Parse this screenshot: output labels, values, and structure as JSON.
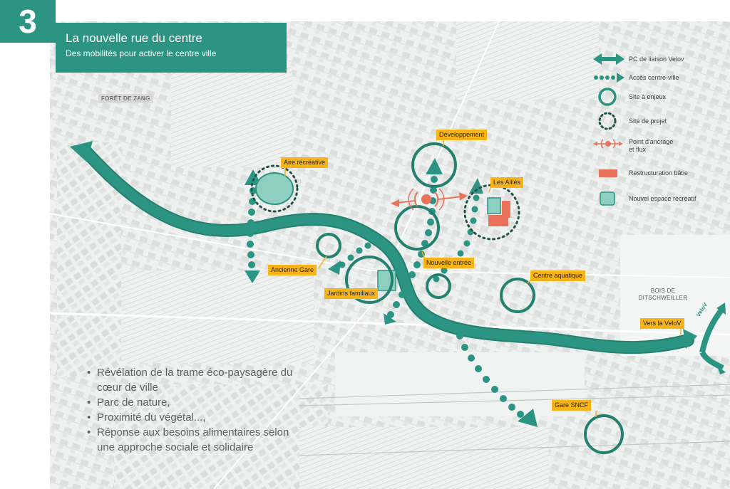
{
  "panel_number": "3",
  "title": "La nouvelle rue du centre",
  "subtitle": "Des mobilités pour activer le centre ville",
  "colors": {
    "teal": "#2b9483",
    "teal_dark": "#24806f",
    "mint": "#8fcfc2",
    "label_yellow": "#f7b418",
    "accent_orange": "#e9735a",
    "map_bg": "#eef1ef",
    "map_block": "#d6dad7"
  },
  "legend": [
    {
      "label": "PC de liaison Velov",
      "icon": "double-arrow-icon"
    },
    {
      "label": "Accès centre-ville",
      "icon": "dotted-arrow-icon"
    },
    {
      "label": "Site à enjeux",
      "icon": "ring-icon"
    },
    {
      "label": "Site de projet",
      "icon": "dotted-ring-icon"
    },
    {
      "label": "Point d'ancrage",
      "label2": "et flux",
      "icon": "anchor-point-icon"
    },
    {
      "label": "Restructuration bâtie",
      "icon": "orange-rect-icon"
    },
    {
      "label": "Nouvel espace récréatif",
      "icon": "green-patch-icon"
    }
  ],
  "labels": {
    "aire": "Aire récréative",
    "developpement": "Développement",
    "allies": "Les Alliés",
    "ancienne_gare": "Ancienne Gare",
    "nouvelle_entree": "Nouvelle entrée",
    "jardins": "Jardins familiaux",
    "centre_aquatique": "Centre aquatique",
    "vers_velov": "Vers la VeloV",
    "gare_sncf": "Gare SNCF",
    "velov": "VeloV"
  },
  "places": {
    "foret": "FORÊT DE ZANG",
    "bois_line1": "BOIS DE",
    "bois_line2": "DITSCHWEILLER"
  },
  "bullets": [
    "Révélation de la trame éco-paysagère du cœur de ville",
    "Parc de nature,",
    "Proximité du végétal...,",
    "Réponse aux besoins alimentaires selon une approche sociale et solidaire"
  ]
}
